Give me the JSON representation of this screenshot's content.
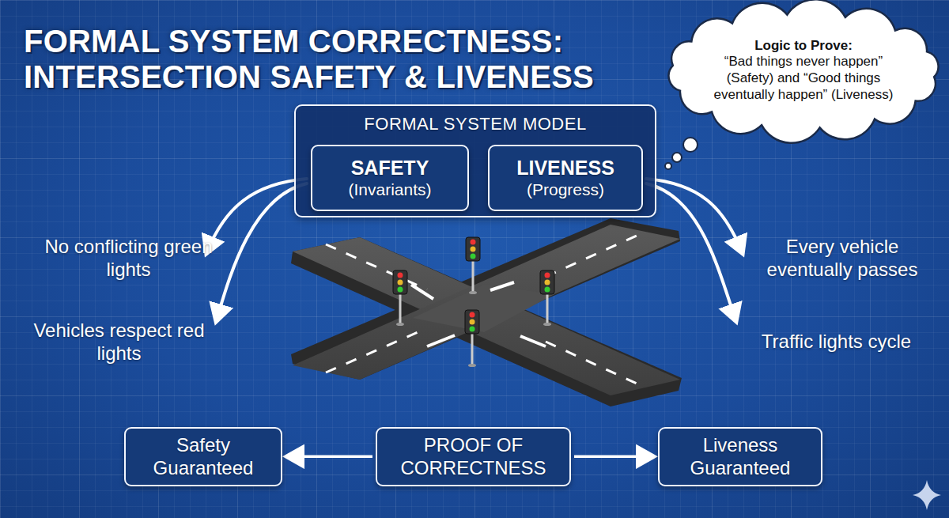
{
  "diagram": {
    "title": "FORMAL SYSTEM CORRECTNESS: INTERSECTION SAFETY & LIVENESS",
    "nodes": [
      {
        "text": [
          "FORMAL SYSTEM MODEL"
        ]
      },
      {
        "text": [
          "SAFETY",
          "(Invariants)"
        ],
        "in": 0
      },
      {
        "text": [
          "LIVENESS",
          "(Progress)"
        ],
        "in": 0
      },
      {
        "text": [
          "Logic to Prove:",
          "“Bad things never happen” (Safety) and “Good things eventually happen” (Liveness)"
        ]
      },
      {
        "text": [
          "Safety Guaranteed"
        ]
      },
      {
        "text": [
          "PROOF OF CORRECTNESS"
        ]
      },
      {
        "text": [
          "Liveness Guaranteed"
        ]
      }
    ],
    "edges": [
      {
        "from": 5,
        "to": 4,
        "arrow": "to"
      },
      {
        "from": 5,
        "to": 6,
        "arrow": "to"
      }
    ],
    "labels": [
      "No conflicting green lights",
      "Vehicles respect red lights",
      "Every vehicle eventually passes",
      "Traffic lights cycle"
    ]
  }
}
